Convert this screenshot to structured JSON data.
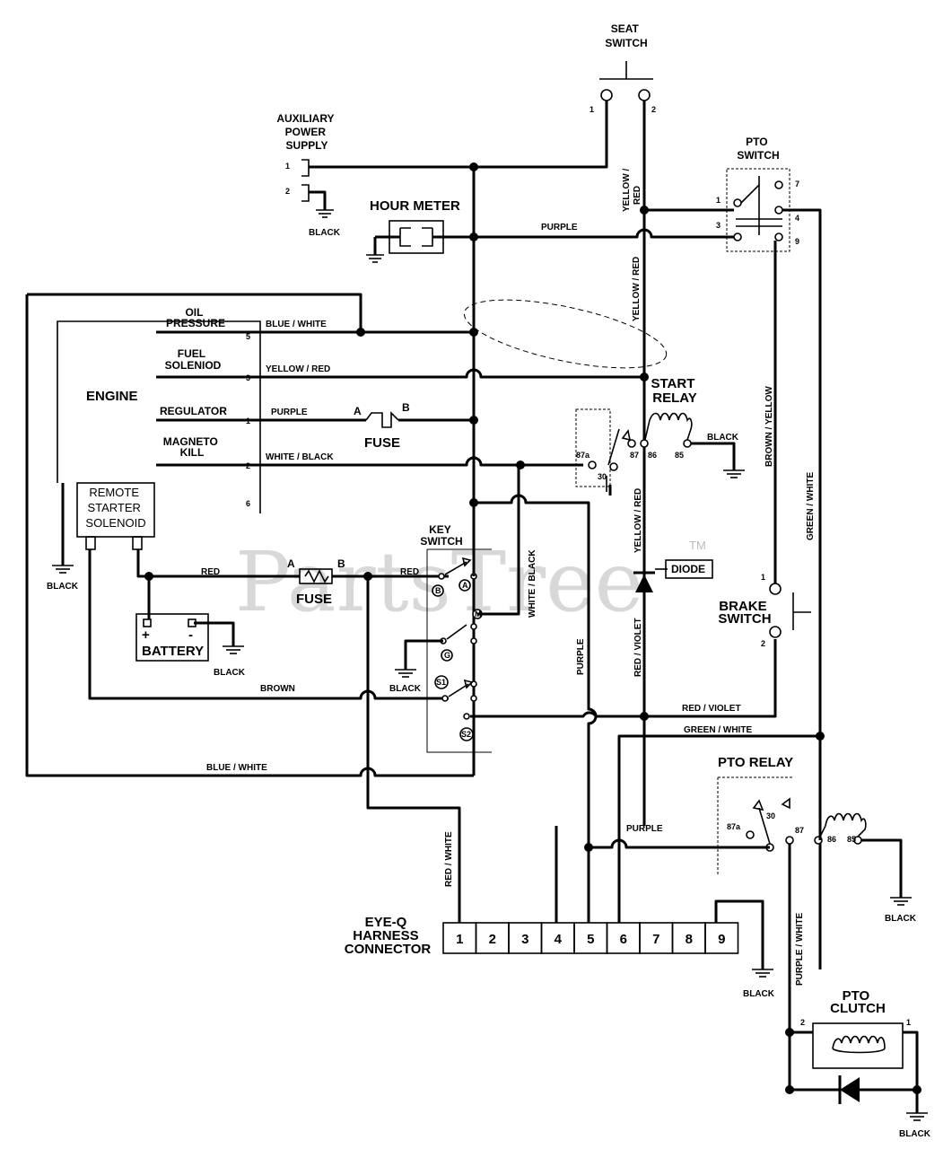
{
  "components": {
    "seat_switch": "SEAT\nSWITCH",
    "aux_power_supply": "AUXILIARY\nPOWER\nSUPPLY",
    "hour_meter": "HOUR METER",
    "pto_switch": "PTO\nSWITCH",
    "engine": "ENGINE",
    "oil_pressure": "OIL\nPRESSURE",
    "fuel_solenoid": "FUEL\nSOLENIOD",
    "regulator": "REGULATOR",
    "magneto_kill": "MAGNETO\nKILL",
    "fuse_upper": "FUSE",
    "fuse_lower": "FUSE",
    "start_relay": "START\nRELAY",
    "remote_starter_solenoid": "REMOTE\nSTARTER\nSOLENOID",
    "key_switch": "KEY\nSWITCH",
    "diode": "DIODE",
    "battery": "BATTERY",
    "brake_switch": "BRAKE\nSWITCH",
    "pto_relay": "PTO RELAY",
    "eye_q_connector": "EYE-Q\nHARNESS\nCONNECTOR",
    "pto_clutch": "PTO\nCLUTCH"
  },
  "wire_labels": {
    "purple_top": "PURPLE",
    "blue_white_oil": "BLUE / WHITE",
    "yellow_red_fuel": "YELLOW / RED",
    "purple_reg": "PURPLE",
    "white_black_mag": "WHITE / BLACK",
    "yellow_red_v1": "YELLOW /\nRED",
    "yellow_red_v2": "YELLOW / RED",
    "yellow_red_v3": "YELLOW / RED",
    "red_violet_v": "RED / VIOLET",
    "red_violet_h": "RED / VIOLET",
    "green_white_h": "GREEN / WHITE",
    "green_white_v": "GREEN / WHITE",
    "brown_yellow_v": "BROWN / YELLOW",
    "white_black_v": "WHITE / BLACK",
    "purple_v": "PURPLE",
    "purple_pto": "PURPLE",
    "red_left": "RED",
    "red_right": "RED",
    "brown": "BROWN",
    "blue_white_bottom": "BLUE / WHITE",
    "red_white_v": "RED / WHITE",
    "purple_white_v": "PURPLE / WHITE"
  },
  "grounds": {
    "aux": "BLACK",
    "engine": "BLACK",
    "battery": "BLACK",
    "key": "BLACK",
    "start_relay": "BLACK",
    "connector": "BLACK",
    "pto_relay": "BLACK",
    "pto_clutch": "BLACK"
  },
  "terminals": {
    "seat_1": "1",
    "seat_2": "2",
    "aux_1": "1",
    "aux_2": "2",
    "pto_1": "1",
    "pto_3": "3",
    "pto_7": "7",
    "pto_4": "4",
    "pto_9": "9",
    "eng_oil": "5",
    "eng_fuel": "3",
    "eng_reg": "1",
    "eng_mag": "2",
    "eng_extra": "6",
    "fuse_a_up": "A",
    "fuse_b_up": "B",
    "fuse_a_low": "A",
    "fuse_b_low": "B",
    "sr_87a": "87a",
    "sr_30": "30",
    "sr_87": "87",
    "sr_86": "86",
    "sr_85": "85",
    "key_b": "B",
    "key_a": "A",
    "key_m": "M",
    "key_g": "G",
    "key_s1": "S1",
    "key_s2": "S2",
    "bat_pos": "+",
    "bat_neg": "-",
    "brake_1": "1",
    "brake_2": "2",
    "pr_87a": "87a",
    "pr_30": "30",
    "pr_87": "87",
    "pr_86": "86",
    "pr_85": "85",
    "clutch_2": "2",
    "clutch_1": "1"
  },
  "connector_pins": [
    "1",
    "2",
    "3",
    "4",
    "5",
    "6",
    "7",
    "8",
    "9"
  ],
  "watermark": "PartsTree",
  "watermark_tm": "TM"
}
